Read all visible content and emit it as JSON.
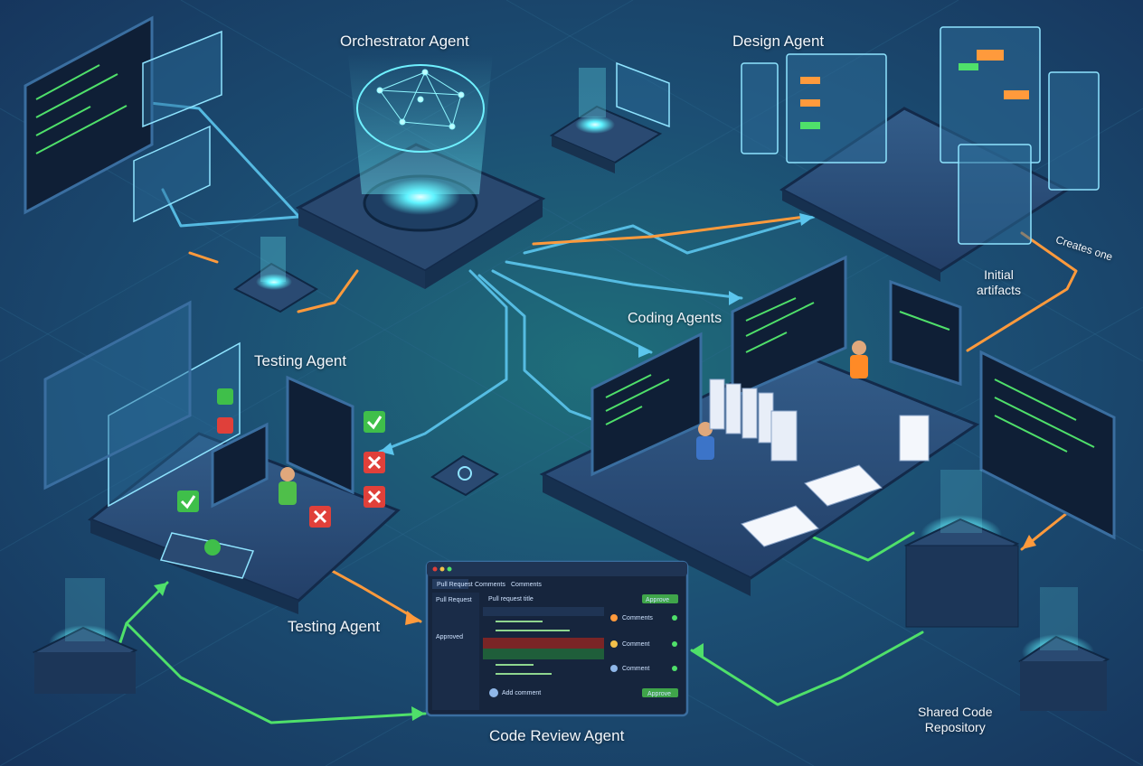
{
  "labels": {
    "orchestrator": "Orchestrator Agent",
    "design": "Design Agent",
    "testing_top": "Testing Agent",
    "coding": "Coding Agents",
    "testing_bottom": "Testing Agent",
    "code_review": "Code Review Agent",
    "shared_repo_line1": "Shared Code",
    "shared_repo_line2": "Repository",
    "initial_artifacts_line1": "Initial",
    "initial_artifacts_line2": "artifacts",
    "creates_one": "Creates one"
  },
  "review_window": {
    "tab_active": "Pull Request",
    "tab_2": "Comments",
    "tab_3": "Comments",
    "side_pull_request": "Pull Request",
    "side_approved": "Approved",
    "header_text": "Pull request title",
    "approve_button": "Approve",
    "comment_1": "Comments",
    "comment_2": "Comment",
    "comment_3": "Comment",
    "footer_comment": "Add comment",
    "footer_button": "Approve"
  },
  "colors": {
    "background": "#1c4f74",
    "platform_top": "#2c4f78",
    "platform_edge": "#132a4a",
    "glow_cyan": "#5ff3ff",
    "path_green": "#4fe06a",
    "path_orange": "#ff9a3c",
    "path_blue": "#5cc6ee",
    "check_green": "#3fbf4a",
    "cross_red": "#e0403a"
  }
}
